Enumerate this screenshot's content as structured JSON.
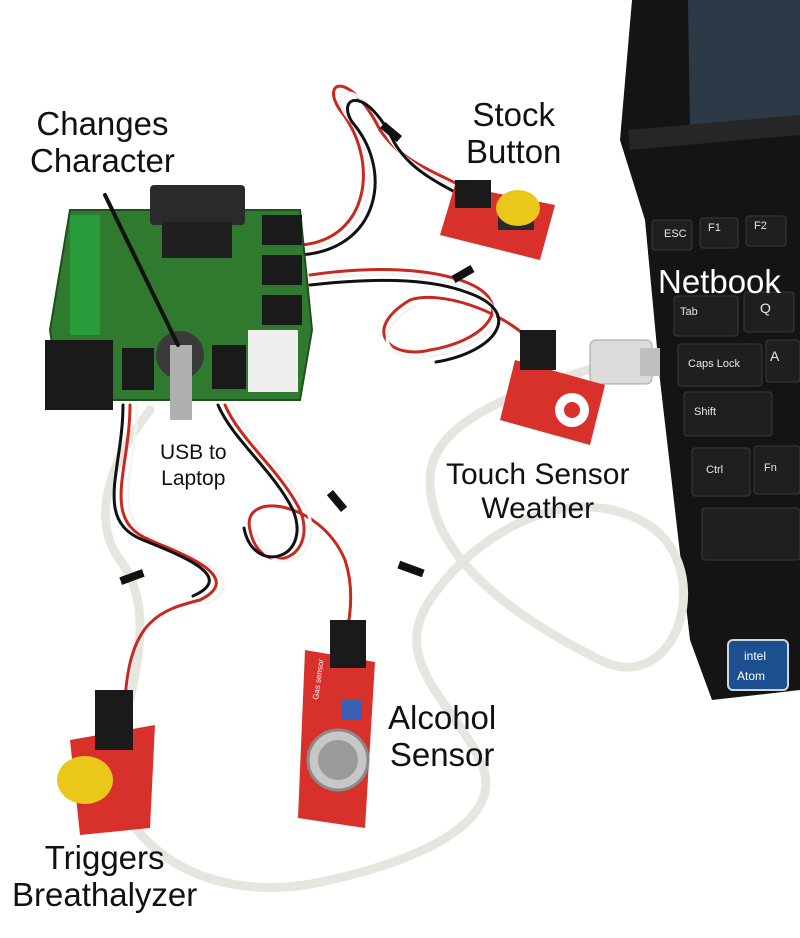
{
  "labels": {
    "changes_character": [
      "Changes",
      "Character"
    ],
    "stock_button": [
      "Stock",
      "Button"
    ],
    "netbook": "Netbook",
    "usb_to_laptop": [
      "USB to",
      "Laptop"
    ],
    "touch_sensor_weather": [
      "Touch Sensor",
      "Weather"
    ],
    "alcohol_sensor": [
      "Alcohol",
      "Sensor"
    ],
    "triggers_breathalyzer": [
      "Triggers",
      "Breathalyzer"
    ]
  },
  "keyboard": {
    "esc": "ESC",
    "f1": "F1",
    "f2": "F2",
    "q": "Q",
    "tab": "Tab",
    "caps_lock": "Caps Lock",
    "a": "A",
    "shift": "Shift",
    "ctrl": "Ctrl",
    "fn": "Fn"
  },
  "board_markings": {
    "gas_sensor": "Gas sensor"
  },
  "badge": {
    "brand": "intel",
    "model": "Atom"
  },
  "colors": {
    "board_green": "#2f7a2f",
    "module_red": "#d8302a",
    "button_yellow": "#e9c81b",
    "cable_white": "#e9e9e4",
    "wire_red": "#c8281e",
    "netbook_black": "#121212"
  }
}
